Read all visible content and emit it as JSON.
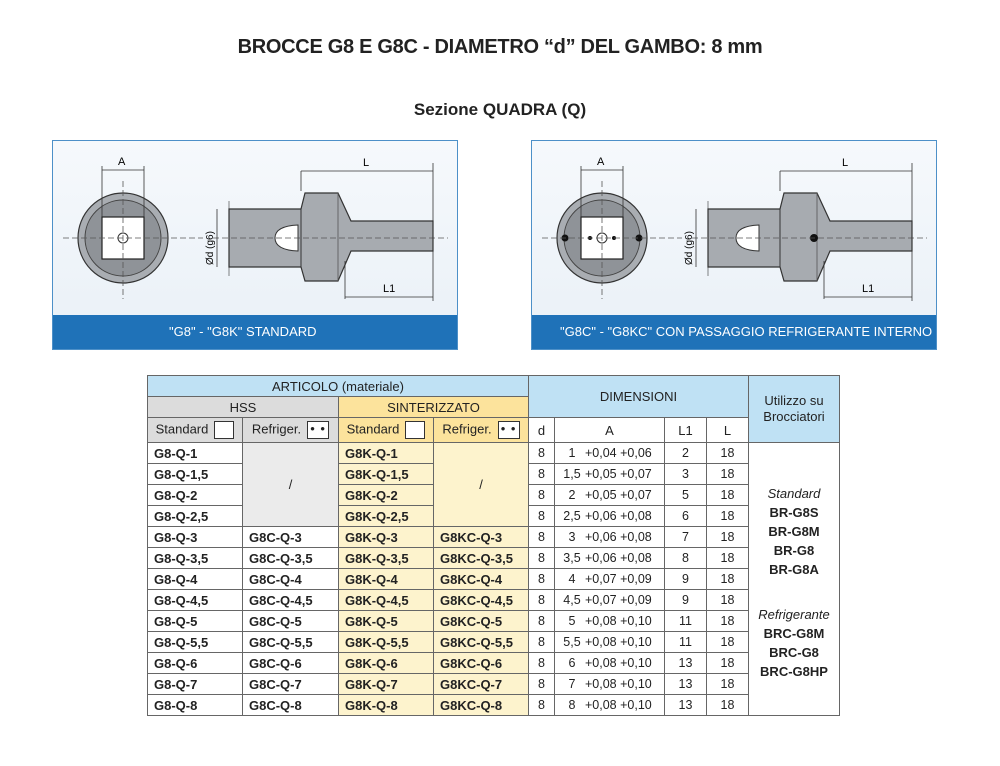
{
  "header": {
    "title": "BROCCE G8 E G8C - DIAMETRO “d” DEL GAMBO: 8 mm",
    "subtitle": "Sezione QUADRA (Q)"
  },
  "drawings": {
    "left_caption": "\"G8\" - \"G8K\" STANDARD",
    "right_caption": "\"G8C\" - \"G8KC\" CON PASSAGGIO REFRIGERANTE INTERNO",
    "dim_A": "A",
    "dim_L": "L",
    "dim_L1": "L1",
    "dim_d": "Ød (g6)"
  },
  "table": {
    "articolo_header": "ARTICOLO (materiale)",
    "hss": "HSS",
    "sinterizzato": "SINTERIZZATO",
    "dimensioni": "DIMENSIONI",
    "utilizzo": "Utilizzo su Brocciatori",
    "standard": "Standard",
    "refriger": "Refriger.",
    "dots": "• •",
    "col_d": "d",
    "col_A": "A",
    "col_L1": "L1",
    "col_L": "L",
    "slash": "/",
    "usage": {
      "standard_label": "Standard",
      "standard_models": [
        "BR-G8S",
        "BR-G8M",
        "BR-G8",
        "BR-G8A"
      ],
      "refrig_label": "Refrigerante",
      "refrig_models": [
        "BRC-G8M",
        "BRC-G8",
        "BRC-G8HP"
      ]
    },
    "rows": [
      {
        "hss": "G8-Q-1",
        "hssr": "",
        "sin": "G8K-Q-1",
        "sinr": "",
        "d": "8",
        "a": "1",
        "tol": "+0,04 +0,06",
        "l1": "2",
        "l": "18"
      },
      {
        "hss": "G8-Q-1,5",
        "hssr": "",
        "sin": "G8K-Q-1,5",
        "sinr": "",
        "d": "8",
        "a": "1,5",
        "tol": "+0,05 +0,07",
        "l1": "3",
        "l": "18"
      },
      {
        "hss": "G8-Q-2",
        "hssr": "",
        "sin": "G8K-Q-2",
        "sinr": "",
        "d": "8",
        "a": "2",
        "tol": "+0,05 +0,07",
        "l1": "5",
        "l": "18"
      },
      {
        "hss": "G8-Q-2,5",
        "hssr": "",
        "sin": "G8K-Q-2,5",
        "sinr": "",
        "d": "8",
        "a": "2,5",
        "tol": "+0,06 +0,08",
        "l1": "6",
        "l": "18"
      },
      {
        "hss": "G8-Q-3",
        "hssr": "G8C-Q-3",
        "sin": "G8K-Q-3",
        "sinr": "G8KC-Q-3",
        "d": "8",
        "a": "3",
        "tol": "+0,06 +0,08",
        "l1": "7",
        "l": "18"
      },
      {
        "hss": "G8-Q-3,5",
        "hssr": "G8C-Q-3,5",
        "sin": "G8K-Q-3,5",
        "sinr": "G8KC-Q-3,5",
        "d": "8",
        "a": "3,5",
        "tol": "+0,06 +0,08",
        "l1": "8",
        "l": "18"
      },
      {
        "hss": "G8-Q-4",
        "hssr": "G8C-Q-4",
        "sin": "G8K-Q-4",
        "sinr": "G8KC-Q-4",
        "d": "8",
        "a": "4",
        "tol": "+0,07 +0,09",
        "l1": "9",
        "l": "18"
      },
      {
        "hss": "G8-Q-4,5",
        "hssr": "G8C-Q-4,5",
        "sin": "G8K-Q-4,5",
        "sinr": "G8KC-Q-4,5",
        "d": "8",
        "a": "4,5",
        "tol": "+0,07 +0,09",
        "l1": "9",
        "l": "18"
      },
      {
        "hss": "G8-Q-5",
        "hssr": "G8C-Q-5",
        "sin": "G8K-Q-5",
        "sinr": "G8KC-Q-5",
        "d": "8",
        "a": "5",
        "tol": "+0,08 +0,10",
        "l1": "11",
        "l": "18"
      },
      {
        "hss": "G8-Q-5,5",
        "hssr": "G8C-Q-5,5",
        "sin": "G8K-Q-5,5",
        "sinr": "G8KC-Q-5,5",
        "d": "8",
        "a": "5,5",
        "tol": "+0,08 +0,10",
        "l1": "11",
        "l": "18"
      },
      {
        "hss": "G8-Q-6",
        "hssr": "G8C-Q-6",
        "sin": "G8K-Q-6",
        "sinr": "G8KC-Q-6",
        "d": "8",
        "a": "6",
        "tol": "+0,08 +0,10",
        "l1": "13",
        "l": "18"
      },
      {
        "hss": "G8-Q-7",
        "hssr": "G8C-Q-7",
        "sin": "G8K-Q-7",
        "sinr": "G8KC-Q-7",
        "d": "8",
        "a": "7",
        "tol": "+0,08 +0,10",
        "l1": "13",
        "l": "18"
      },
      {
        "hss": "G8-Q-8",
        "hssr": "G8C-Q-8",
        "sin": "G8K-Q-8",
        "sinr": "G8KC-Q-8",
        "d": "8",
        "a": "8",
        "tol": "+0,08 +0,10",
        "l1": "13",
        "l": "18"
      }
    ]
  }
}
